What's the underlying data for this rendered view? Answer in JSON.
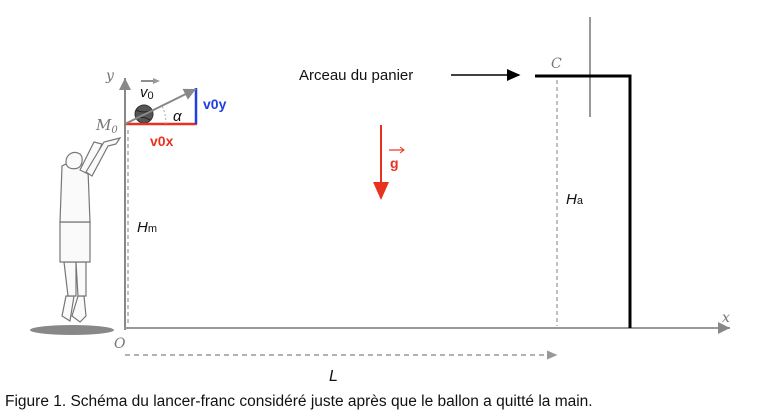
{
  "labels": {
    "y_axis": "y",
    "x_axis": "x",
    "origin": "O",
    "launch_point": "M",
    "launch_point_sub": "0",
    "velocity": "v",
    "velocity_sub": "0",
    "v0x": "v0x",
    "v0y": "v0y",
    "angle": "α",
    "gravity": "g",
    "basket_point": "C",
    "rim_label": "Arceau du panier",
    "hm": "H",
    "hm_sub": "m",
    "ha": "H",
    "ha_sub": "a",
    "distance": "L"
  },
  "caption": "Figure 1.  Schéma du lancer-franc considéré juste après que le ballon a quitté la main.",
  "colors": {
    "red": "#e8321e",
    "blue": "#1f3fe0",
    "gray": "#888888",
    "black": "#000000"
  }
}
